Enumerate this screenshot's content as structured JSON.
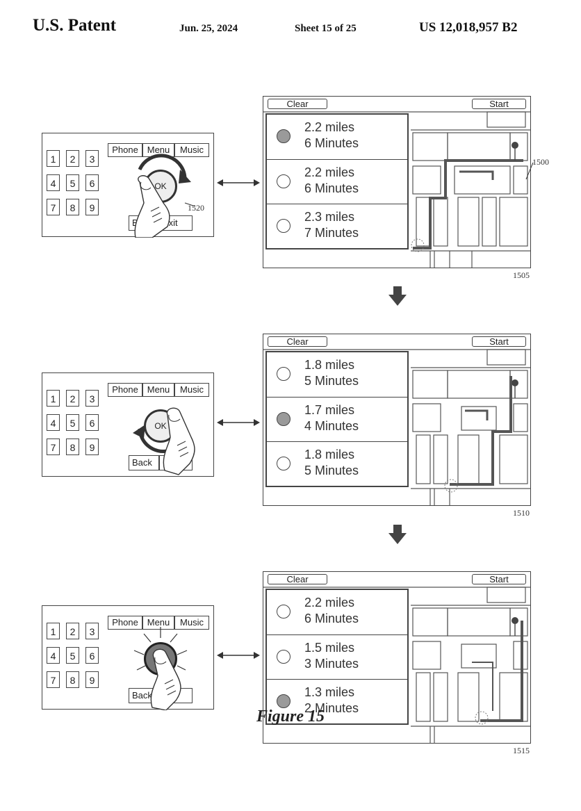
{
  "header": {
    "publication": "U.S. Patent",
    "date": "Jun. 25, 2024",
    "sheet": "Sheet 15 of 25",
    "patent_number": "US 12,018,957 B2"
  },
  "remote": {
    "keys": [
      "1",
      "2",
      "3",
      "4",
      "5",
      "6",
      "7",
      "8",
      "9"
    ],
    "function_buttons": [
      "Phone",
      "Menu",
      "Music"
    ],
    "bottom_buttons": [
      "Back",
      "Exit"
    ],
    "knob_label": "OK",
    "ref_label": "1520"
  },
  "screen": {
    "clear_label": "Clear",
    "start_label": "Start",
    "map_ref_label": "1500"
  },
  "panels": [
    {
      "screen_ref": "1505",
      "routes": [
        {
          "distance": "2.2 miles",
          "time": "6 Minutes",
          "selected": true
        },
        {
          "distance": "2.2 miles",
          "time": "6 Minutes",
          "selected": false
        },
        {
          "distance": "2.3 miles",
          "time": "7 Minutes",
          "selected": false
        }
      ]
    },
    {
      "screen_ref": "1510",
      "routes": [
        {
          "distance": "1.8 miles",
          "time": "5 Minutes",
          "selected": false
        },
        {
          "distance": "1.7 miles",
          "time": "4 Minutes",
          "selected": true
        },
        {
          "distance": "1.8 miles",
          "time": "5 Minutes",
          "selected": false
        }
      ]
    },
    {
      "screen_ref": "1515",
      "routes": [
        {
          "distance": "2.2 miles",
          "time": "6 Minutes",
          "selected": false
        },
        {
          "distance": "1.5 miles",
          "time": "3 Minutes",
          "selected": false
        },
        {
          "distance": "1.3 miles",
          "time": "2 Minutes",
          "selected": true
        }
      ]
    }
  ],
  "caption": "Figure 15",
  "colors": {
    "line": "#444444",
    "selected_radio": "#9a9a9a",
    "route": "#555555"
  }
}
